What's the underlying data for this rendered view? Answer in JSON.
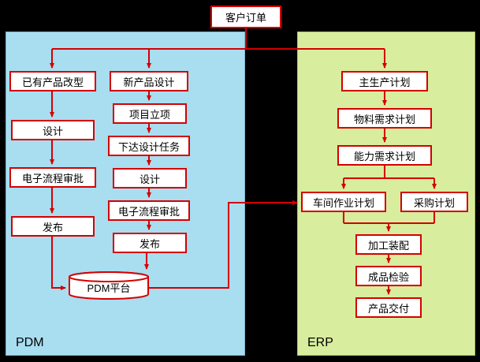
{
  "top_node": "客户订单",
  "panels": {
    "pdm": {
      "label": "PDM"
    },
    "erp": {
      "label": "ERP"
    }
  },
  "pdm": {
    "col1": [
      "已有产品改型",
      "设计",
      "电子流程审批",
      "发布"
    ],
    "col2": [
      "新产品设计",
      "项目立项",
      "下达设计任务",
      "设计",
      "电子流程审批",
      "发布"
    ],
    "platform": "PDM平台"
  },
  "erp": {
    "chain": [
      "主生产计划",
      "物料需求计划",
      "能力需求计划"
    ],
    "branch": [
      "车间作业计划",
      "采购计划"
    ],
    "tail": [
      "加工装配",
      "成品检验",
      "产品交付"
    ]
  },
  "colors": {
    "line": "#d40000",
    "box_border": "#d40000",
    "box_bg": "#ffffff",
    "panel_pdm": "#a9ddf0",
    "panel_erp": "#d8ed9e",
    "background": "#000000"
  }
}
